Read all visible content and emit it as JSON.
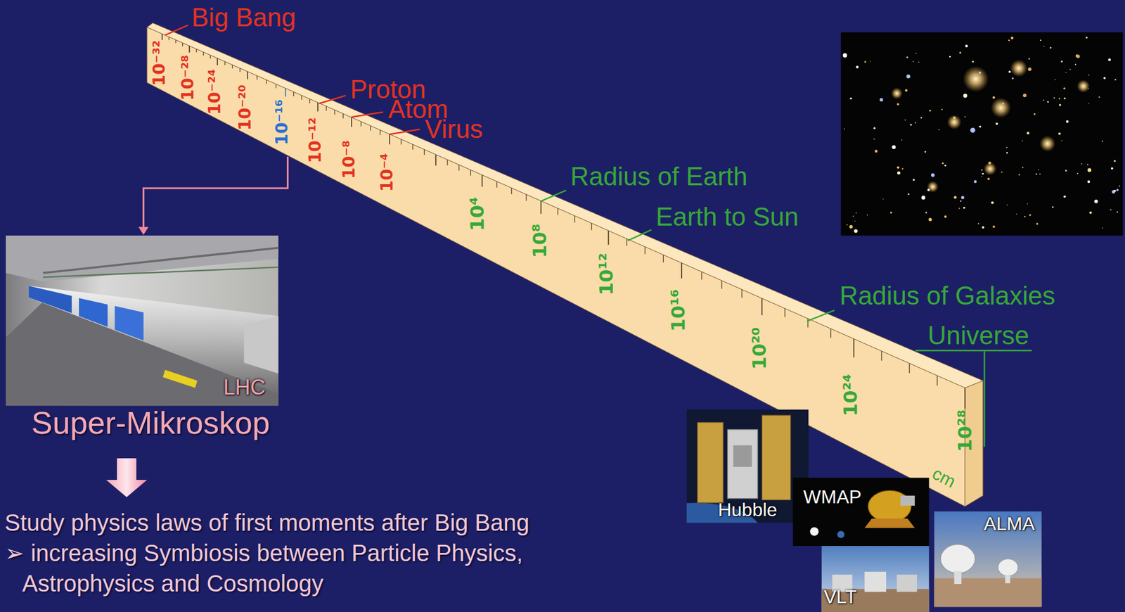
{
  "diagram": {
    "nodes": [
      {
        "text": [
          "LHC"
        ]
      },
      {
        "text": [
          "Hubble"
        ]
      },
      {
        "text": [
          "WMAP"
        ]
      },
      {
        "text": [
          "VLT"
        ]
      },
      {
        "text": [
          "ALMA"
        ]
      }
    ],
    "labels": [
      "Big Bang",
      "Proton",
      "Atom",
      "Virus",
      "10⁻³²",
      "10⁻²⁸",
      "10⁻²⁴",
      "10⁻²⁰",
      "10⁻¹⁶",
      "10⁻¹²",
      "10⁻⁸",
      "10⁻⁴",
      "Radius of Earth",
      "Earth to Sun",
      "Radius of Galaxies",
      "Universe",
      "10⁴",
      "10⁸",
      "10¹²",
      "10¹⁶",
      "10²⁰",
      "10²⁴",
      "10²⁸",
      "cm",
      "Super-Mikroskop",
      "Study physics laws of first moments after Big Bang",
      "➢ increasing Symbiosis between Particle Physics, Astrophysics and Cosmology"
    ]
  }
}
